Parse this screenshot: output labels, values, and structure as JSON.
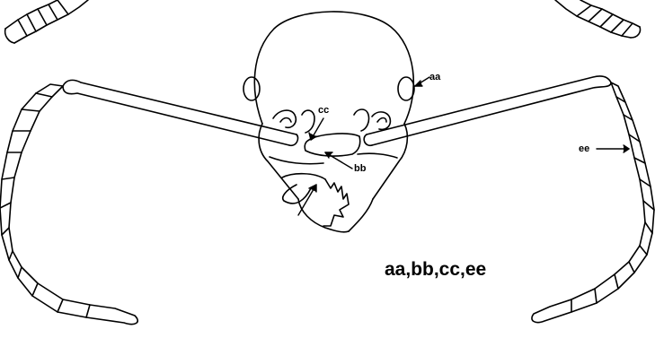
{
  "labels": {
    "aa": "aa",
    "bb": "bb",
    "cc": "cc",
    "ee": "ee"
  },
  "caption": "aa,bb,cc,ee",
  "colors": {
    "ink": "#000000",
    "paper": "#ffffff"
  }
}
